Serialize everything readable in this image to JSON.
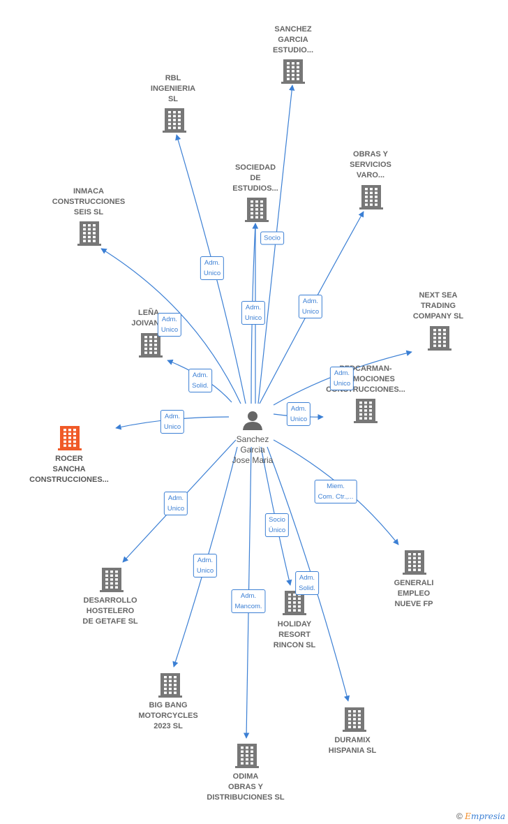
{
  "center": {
    "label": "Sanchez\nGarcia\nJose Maria"
  },
  "nodes": [
    {
      "id": "sanchez-garcia-estudio",
      "label": "SANCHEZ\nGARCIA\nESTUDIO...",
      "highlight": false
    },
    {
      "id": "rbl-ingenieria",
      "label": "RBL\nINGENIERIA\nSL",
      "highlight": false
    },
    {
      "id": "sociedad-de-estudios",
      "label": "SOCIEDAD\nDE\nESTUDIOS...",
      "highlight": false
    },
    {
      "id": "obras-y-servicios-varo",
      "label": "OBRAS Y\nSERVICIOS\nVARO...",
      "highlight": false
    },
    {
      "id": "inmaca-construcciones",
      "label": "INMACA\nCONSTRUCCIONES\nSEIS SL",
      "highlight": false
    },
    {
      "id": "next-sea-trading",
      "label": "NEXT SEA\nTRADING\nCOMPANY  SL",
      "highlight": false
    },
    {
      "id": "lena-joivan",
      "label": "LEÑA\nJOIVAN...",
      "highlight": false
    },
    {
      "id": "pedcarman-promociones",
      "label": "PEDCARMAN-\nPROMOCIONES\nCONSTRUCCIONES...",
      "highlight": false
    },
    {
      "id": "rocer-sancha",
      "label": "ROCER\nSANCHA\nCONSTRUCCIONES...",
      "highlight": true
    },
    {
      "id": "desarrollo-hostelero",
      "label": "DESARROLLO\nHOSTELERO\nDE GETAFE SL",
      "highlight": false
    },
    {
      "id": "generali-empleo",
      "label": "GENERALI\nEMPLEO\nNUEVE FP",
      "highlight": false
    },
    {
      "id": "holiday-resort",
      "label": "HOLIDAY\nRESORT\nRINCON SL",
      "highlight": false
    },
    {
      "id": "big-bang-motorcycles",
      "label": "BIG BANG\nMOTORCYCLES\n2023  SL",
      "highlight": false
    },
    {
      "id": "duramix-hispania",
      "label": "DURAMIX\nHISPANIA  SL",
      "highlight": false
    },
    {
      "id": "odima-obras",
      "label": "ODIMA\nOBRAS Y\nDISTRIBUCIONES SL",
      "highlight": false
    }
  ],
  "edges": [
    {
      "target": "sanchez-garcia-estudio",
      "label": ""
    },
    {
      "target": "rbl-ingenieria",
      "label": "Adm.\nUnico"
    },
    {
      "target": "sociedad-de-estudios",
      "label": "Socio"
    },
    {
      "target": "sociedad-de-estudios",
      "label": "Adm.\nUnico"
    },
    {
      "target": "obras-y-servicios-varo",
      "label": "Adm.\nUnico"
    },
    {
      "target": "inmaca-construcciones",
      "label": "Adm.\nUnico"
    },
    {
      "target": "lena-joivan",
      "label": "Adm.\nSolid."
    },
    {
      "target": "next-sea-trading",
      "label": "Adm.\nUnico"
    },
    {
      "target": "pedcarman-promociones",
      "label": "Adm.\nUnico"
    },
    {
      "target": "rocer-sancha",
      "label": "Adm.\nUnico"
    },
    {
      "target": "desarrollo-hostelero",
      "label": "Adm.\nUnico"
    },
    {
      "target": "generali-empleo",
      "label": "Miem.\nCom. Ctr.,..."
    },
    {
      "target": "holiday-resort",
      "label": "Socio\nÚnico"
    },
    {
      "target": "duramix-hispania",
      "label": "Adm.\nSolid."
    },
    {
      "target": "big-bang-motorcycles",
      "label": "Adm.\nUnico"
    },
    {
      "target": "odima-obras",
      "label": "Adm.\nMancom."
    }
  ],
  "colors": {
    "edge": "#3b7fd4",
    "building": "#777777",
    "highlight": "#f05a28"
  },
  "footer": {
    "copyright": "©",
    "brand_e": "E",
    "brand_rest": "mpresia"
  }
}
